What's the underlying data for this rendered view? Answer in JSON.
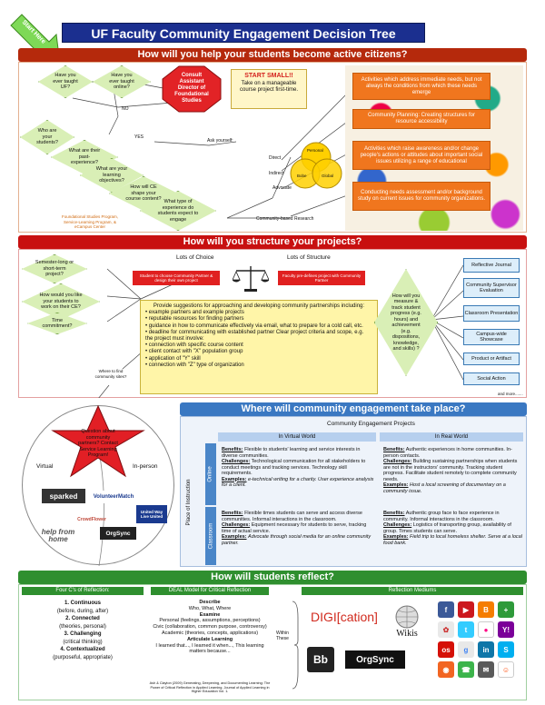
{
  "title": "UF Faculty Community Engagement Decision Tree",
  "start_here": "Start Here",
  "section1": {
    "header": "How will you help your students become active citizens?",
    "q_taught_uf": "Have you ever taught UF?",
    "q_taught_online": "Have you ever taught online?",
    "consult": "Consult Assistant Director of Foundational Studies",
    "start_small_title": "START SMALL!!",
    "start_small_body": "Take on a manageable course project first-time.",
    "no": "NO",
    "yes": "YES",
    "ask_yourself": "Ask yourself:",
    "q_who": "Who are your students?",
    "q_past": "What are their past-experience?",
    "q_learning": "What are your learning objectives?",
    "q_ce_shape": "How will CE shape your course content?",
    "q_type": "What type of experience do students expect to engage",
    "footnote": "Foundational Studies Program, Service-Learning Program, & eCampus Center",
    "circle_personal": "Personal",
    "circle_bobe": "Bobe",
    "circle_global": "Global",
    "direct": "Direct",
    "indirect": "Indirect",
    "advocate": "Advocate",
    "cbr": "Community-based Research",
    "box_a": "Activities which address immediate needs, but not always the conditions from which these needs emerge",
    "box_b": "Community Planning: Creating structures for resource accessibility",
    "box_c": "Activities which raise awareness and/or change people's actions or attitudes about important social issues utilizing a range of educational",
    "box_d": "Conducting needs assessment and/or background study on current issues for community organizations."
  },
  "section2": {
    "header": "How will you structure your projects?",
    "q_semester": "Semester-long or short-term project?",
    "q_how_work": "How would you like your students to work on their CE?",
    "q_time": "Time commitment?",
    "lots_choice": "Lots of Choice",
    "lots_structure": "Lots of Structure",
    "red_left": "Student to choose Community Partner & design their own project",
    "red_right": "Faculty pre-defines project with Community Partner",
    "sticky_title": "Provide suggestions for approaching and developing community partnerships including:",
    "sticky_items": [
      "example partners and example projects",
      "reputable resources for finding partners",
      "guidance in how to communicate effectively via email, what to prepare for a cold call, etc.",
      "deadline for communicating with established partner Clear project criteria and scope, e.g. the project must involve:",
      "connection with specific course content",
      "client contact with \"X\" population group",
      "application of \"Y\" skill",
      "connection with \"Z\" type of organization"
    ],
    "q_measure": "How will you measure & track student progress (e.g. hours) and achievement (e.g. dispositions, knowledge, and skills) ?",
    "options": [
      "Reflective Journal",
      "Community Supervisor Evaluation",
      "Classroom Presentation",
      "Campus-wide Showcase",
      "Product or Artifact",
      "Social Action"
    ],
    "and_more": "and more.......",
    "q_where": "Where to find community sites?"
  },
  "section3": {
    "header": "Where will community engagement take place?",
    "question_star": "Question about community partners? Contact Service Learning Program!",
    "virtual": "Virtual",
    "in_person": "In-person",
    "logos": [
      "sparked",
      "VolunteerMatch",
      "United Way Live United",
      "help from home",
      "CrowdFlower",
      "OrgSync"
    ],
    "table_title": "Community Engagement Projects",
    "col_virtual": "In Virtual World",
    "col_real": "In Real World",
    "row_label": "Place of Instruction",
    "row_online": "Online",
    "row_classroom": "Classroom",
    "benefits": "Benefits:",
    "challenges": "Challenges:",
    "examples": "Examples:",
    "c11_ben": "Flexible to students' learning and service interests in diverse communities.",
    "c11_cha": "Technological communication for all stakeholders to conduct meetings and tracking services. Technology skill requirements.",
    "c11_ex": "e-technical writing for a charity. User experience analysis for a client.",
    "c12_ben": "Authentic experiences in home communities. In-person contacts.",
    "c12_cha": "Building sustaining partnerships when students are not in the instructors' community. Tracking student progress. Facilitate student remotely to complete community needs.",
    "c12_ex": "Host a local screening of documentary on a community issue.",
    "c21_ben": "Flexible times students can serve and access diverse communities. Informal interactions in the classroom.",
    "c21_cha": "Equipment necessary for students to serve, tracking time of actual service.",
    "c21_ex": "Advocate through social media for an online community partner.",
    "c22_ben": "Authentic group face to face experience in community. Informal interactions in the classroom.",
    "c22_cha": "Logistics of transporting group, availability of group. Times students can serve.",
    "c22_ex": "Field trip to local homeless shelter. Serve at a local food bank."
  },
  "section4": {
    "header": "How will students reflect?",
    "four_c_header": "Four C's of Reflection:",
    "four_c": [
      {
        "name": "1. Continuous",
        "desc": "(before, during, after)"
      },
      {
        "name": "2. Connected",
        "desc": "(theories, personal)"
      },
      {
        "name": "3. Challenging",
        "desc": "(critical thinking)"
      },
      {
        "name": "4. Contextualized",
        "desc": "(purposeful, appropriate)"
      }
    ],
    "deal_header": "DEAL Model for Critical Reflection",
    "deal_describe": "Describe",
    "deal_describe_sub": "Who, What, Where",
    "deal_examine": "Examine",
    "deal_lines": [
      "Personal (feelings, assumptions, perceptions)",
      "Civic (collaboration, common purpose, controversy)",
      "Academic (theories, concepts, applications)"
    ],
    "deal_articulate": "Articulate Learning",
    "deal_articulate_sub": "I learned that..., I learned it when..., This learning matters because...",
    "within": "Within These",
    "citation": "Ash & Clayton (2009) Generating, Deepening, and Documenting Learning: The Power of Critical Reflection in Applied Learning. Journal of Applied Learning in Higher Education Vol. 1.",
    "mediums_header": "Reflection Mediums",
    "digication": "DIGI[cation]",
    "wikis": "Wikis",
    "bb": "Bb",
    "orgsync": "OrgSync"
  },
  "colors": {
    "title_bg": "#1b2f8f",
    "sec1": "#b5290c",
    "sec2": "#c81010",
    "sec3": "#3a78c2",
    "sec4": "#2f8f2f",
    "orange_box": "#f0761e",
    "diamond_fill": "#d9efb6"
  }
}
